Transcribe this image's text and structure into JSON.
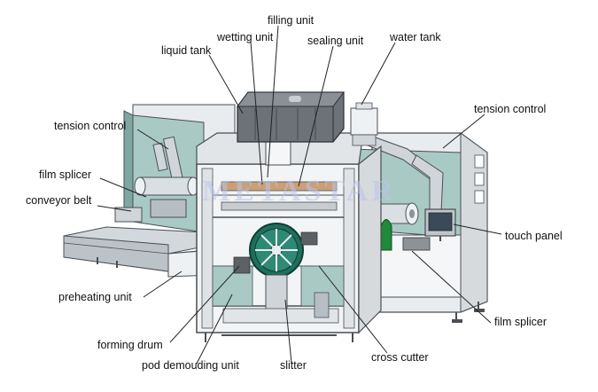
{
  "watermark": "METASTAR",
  "colors": {
    "frame": "#e9ecee",
    "frame_edge": "#4a4f55",
    "panel_teal": "#a9c9c4",
    "panel_teal_dark": "#7fa7a2",
    "tank_gray": "#6d7278",
    "accent_green": "#1f8a3a",
    "line": "#222222"
  },
  "labels": {
    "filling_unit": "filling unit",
    "wetting_unit": "wetting unit",
    "sealing_unit": "sealing unit",
    "water_tank": "water tank",
    "liquid_tank": "liquid tank",
    "tension_control_left": "tension control",
    "tension_control_right": "tension control",
    "film_splicer_left": "film splicer",
    "conveyor_belt": "conveyor belt",
    "touch_panel": "touch panel",
    "preheating_unit": "preheating unit",
    "film_splicer_right": "film splicer",
    "forming_drum": "forming drum",
    "pod_demoulding_unit": "pod demouding unit",
    "slitter": "slitter",
    "cross_cutter": "cross cutter"
  }
}
